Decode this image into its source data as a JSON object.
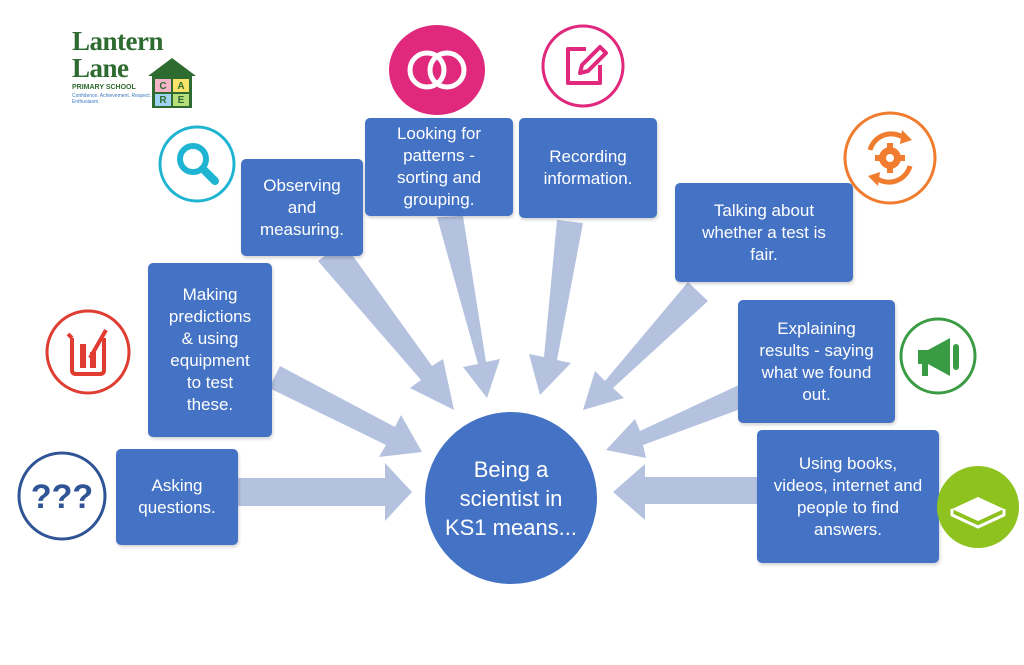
{
  "logo": {
    "name_line1": "Lantern",
    "name_line2": "Lane",
    "school_label": "PRIMARY SCHOOL",
    "motto": "Confidence. Achievement. Respect. Enthusiasm.",
    "block_letters": [
      "C",
      "A",
      "R",
      "E"
    ]
  },
  "center": {
    "label": "Being a scientist in KS1 means..."
  },
  "skills": [
    {
      "key": "asking",
      "lines": [
        "Asking",
        "questions."
      ],
      "icon": "question-marks-icon",
      "color": "#2f5597"
    },
    {
      "key": "predicting",
      "lines": [
        "Making",
        "predictions",
        "& using",
        "equipment",
        "to test",
        "these."
      ],
      "icon": "beaker-icon",
      "color": "#e03c31"
    },
    {
      "key": "observing",
      "lines": [
        "Observing",
        "and",
        "measuring."
      ],
      "icon": "magnifier-icon",
      "color": "#1fb4d2"
    },
    {
      "key": "patterns",
      "lines": [
        "Looking for",
        "patterns -",
        "sorting and",
        "grouping."
      ],
      "icon": "venn-icon",
      "color": "#e0287c"
    },
    {
      "key": "recording",
      "lines": [
        "Recording",
        "information."
      ],
      "icon": "pencil-square-icon",
      "color": "#e0287c"
    },
    {
      "key": "fair-test",
      "lines": [
        "Talking about",
        "whether a test is",
        "fair."
      ],
      "icon": "cycle-gear-icon",
      "color": "#f07d2f"
    },
    {
      "key": "explaining",
      "lines": [
        "Explaining",
        "results - saying",
        "what we found",
        "out."
      ],
      "icon": "megaphone-icon",
      "color": "#3a9b45"
    },
    {
      "key": "research",
      "lines": [
        "Using books,",
        "videos, internet and",
        "people to find",
        "answers."
      ],
      "icon": "book-icon",
      "color": "#8dc21f"
    }
  ],
  "colors": {
    "box": "#4472c4",
    "arrow": "#b4c2e0",
    "logo_green": "#2e6b30"
  }
}
